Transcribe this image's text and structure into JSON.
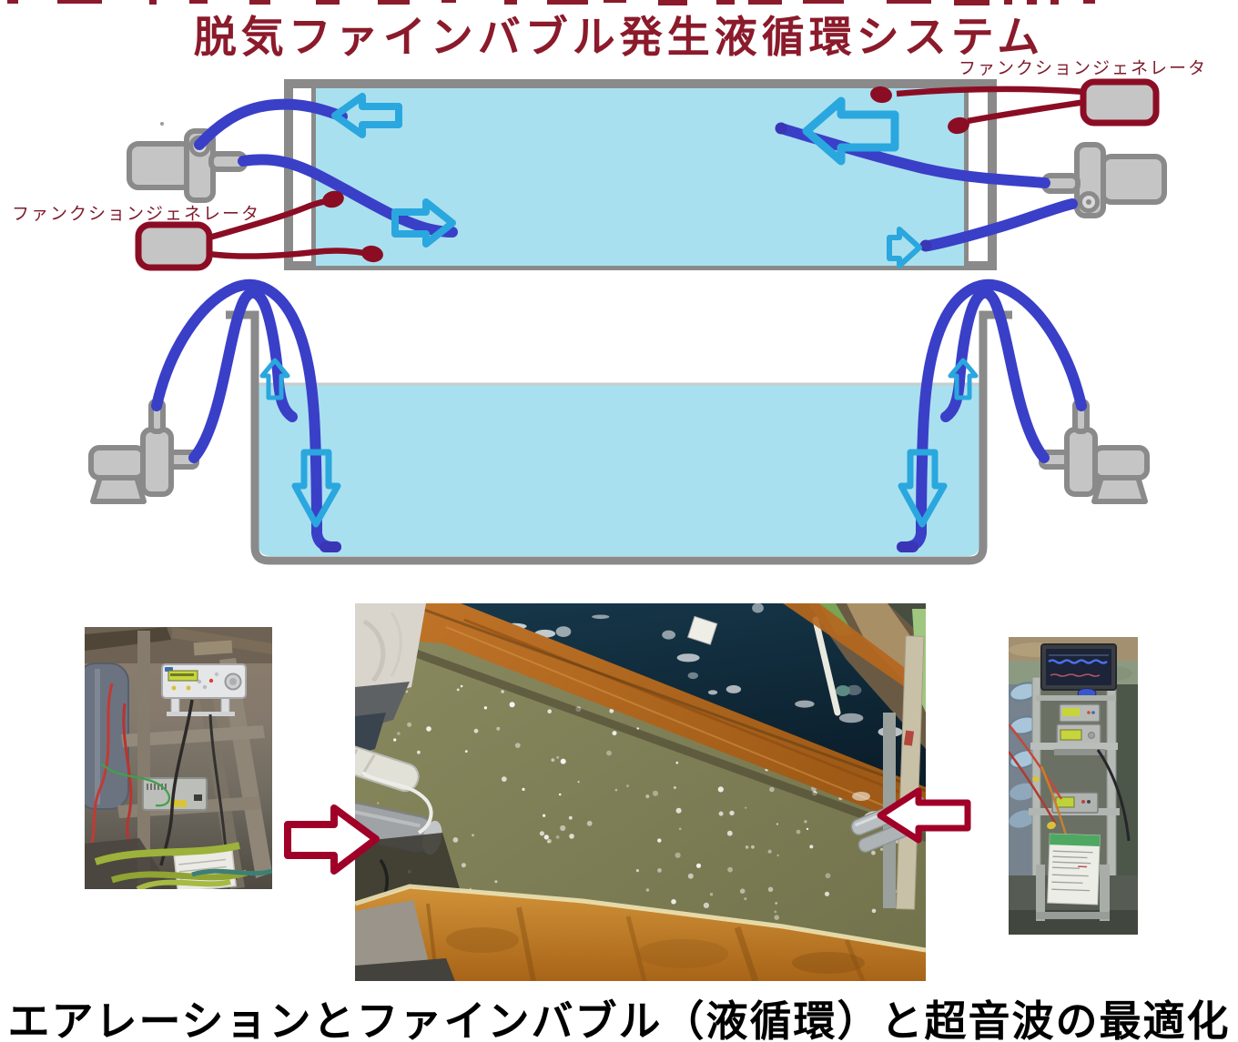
{
  "page": {
    "title": "脱気ファインバブル発生液循環システム",
    "caption": "エアレーションとファインバブル（液循環）と超音波の最適化"
  },
  "diagram": {
    "function_generator_label_left": "ファンクションジェネレータ",
    "function_generator_label_right": "ファンクションジェネレータ",
    "colors": {
      "water": "#A9E0EF",
      "tank_wall": "#8A8A8A",
      "tube_blue": "#3A3FC8",
      "tube_end_navy": "#3A35B5",
      "flow_arrow_cyan": "#2AA7DE",
      "device_gray": "#C5C5C5",
      "generator_red": "#8B0D24",
      "title_red": "#8B1A2B",
      "photo_arrow_red": "#A00028"
    },
    "icons": [
      "ultrasonic-transducer-icon",
      "function-generator-icon",
      "circulation-pump-icon",
      "flow-arrow-icon",
      "photo-arrow-icon"
    ]
  }
}
